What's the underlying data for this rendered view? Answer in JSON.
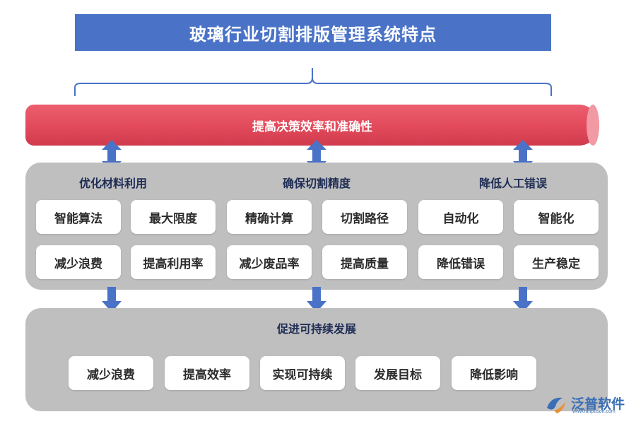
{
  "title": "玻璃行业切割排版管理系统特点",
  "top_bar": "提高决策效率和准确性",
  "columns": [
    {
      "heading": "优化材料利用",
      "items": [
        "智能算法",
        "最大限度",
        "减少浪费",
        "提高利用率"
      ]
    },
    {
      "heading": "确保切割精度",
      "items": [
        "精确计算",
        "切割路径",
        "减少废品率",
        "提高质量"
      ]
    },
    {
      "heading": "降低人工错误",
      "items": [
        "自动化",
        "智能化",
        "降低错误",
        "生产稳定"
      ]
    }
  ],
  "bottom": {
    "heading": "促进可持续发展",
    "items": [
      "减少浪费",
      "提高效率",
      "实现可持续",
      "发展目标",
      "降低影响"
    ]
  },
  "colors": {
    "title_bg": "#4a73c8",
    "tube": "#e24a5b",
    "arrow": "#4a73c8",
    "panel": "#bfbfbf",
    "heading_text": "#1f2d55"
  },
  "logo": {
    "name": "泛普软件",
    "url": "www.fanpusoft.com",
    "icon": "fanpu-logo-icon"
  }
}
